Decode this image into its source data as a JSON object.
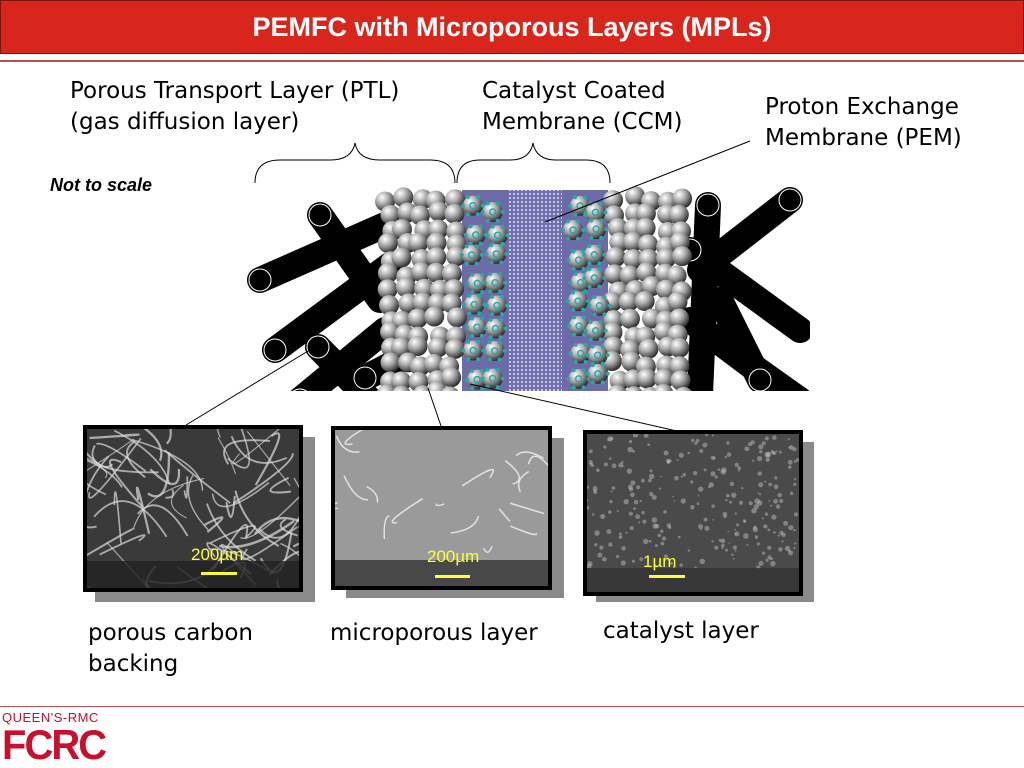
{
  "title": "PEMFC with Microporous Layers (MPLs)",
  "labels": {
    "ptl_line1": "Porous Transport Layer (PTL)",
    "ptl_line2": "(gas diffusion layer)",
    "ccm_line1": "Catalyst Coated",
    "ccm_line2": "Membrane (CCM)",
    "pem_line1": "Proton Exchange",
    "pem_line2": "Membrane (PEM)",
    "not_to_scale": "Not to scale"
  },
  "photos": [
    {
      "caption_line1": "porous carbon",
      "caption_line2": "backing",
      "scale_bar": "200µm"
    },
    {
      "caption_line1": "microporous layer",
      "scale_bar": "200µm"
    },
    {
      "caption_line1": "catalyst layer",
      "scale_bar": "1µm"
    }
  ],
  "logo": {
    "line1": "QUEEN'S-RMC",
    "line2": "FCRC"
  },
  "colors": {
    "title_bar": "#d9261c",
    "rule": "#c0504d",
    "membrane": "#6b6ba8",
    "catalyst": "#2aa8a8",
    "scale_bar": "#ffff33",
    "logo": "#c8102e"
  }
}
